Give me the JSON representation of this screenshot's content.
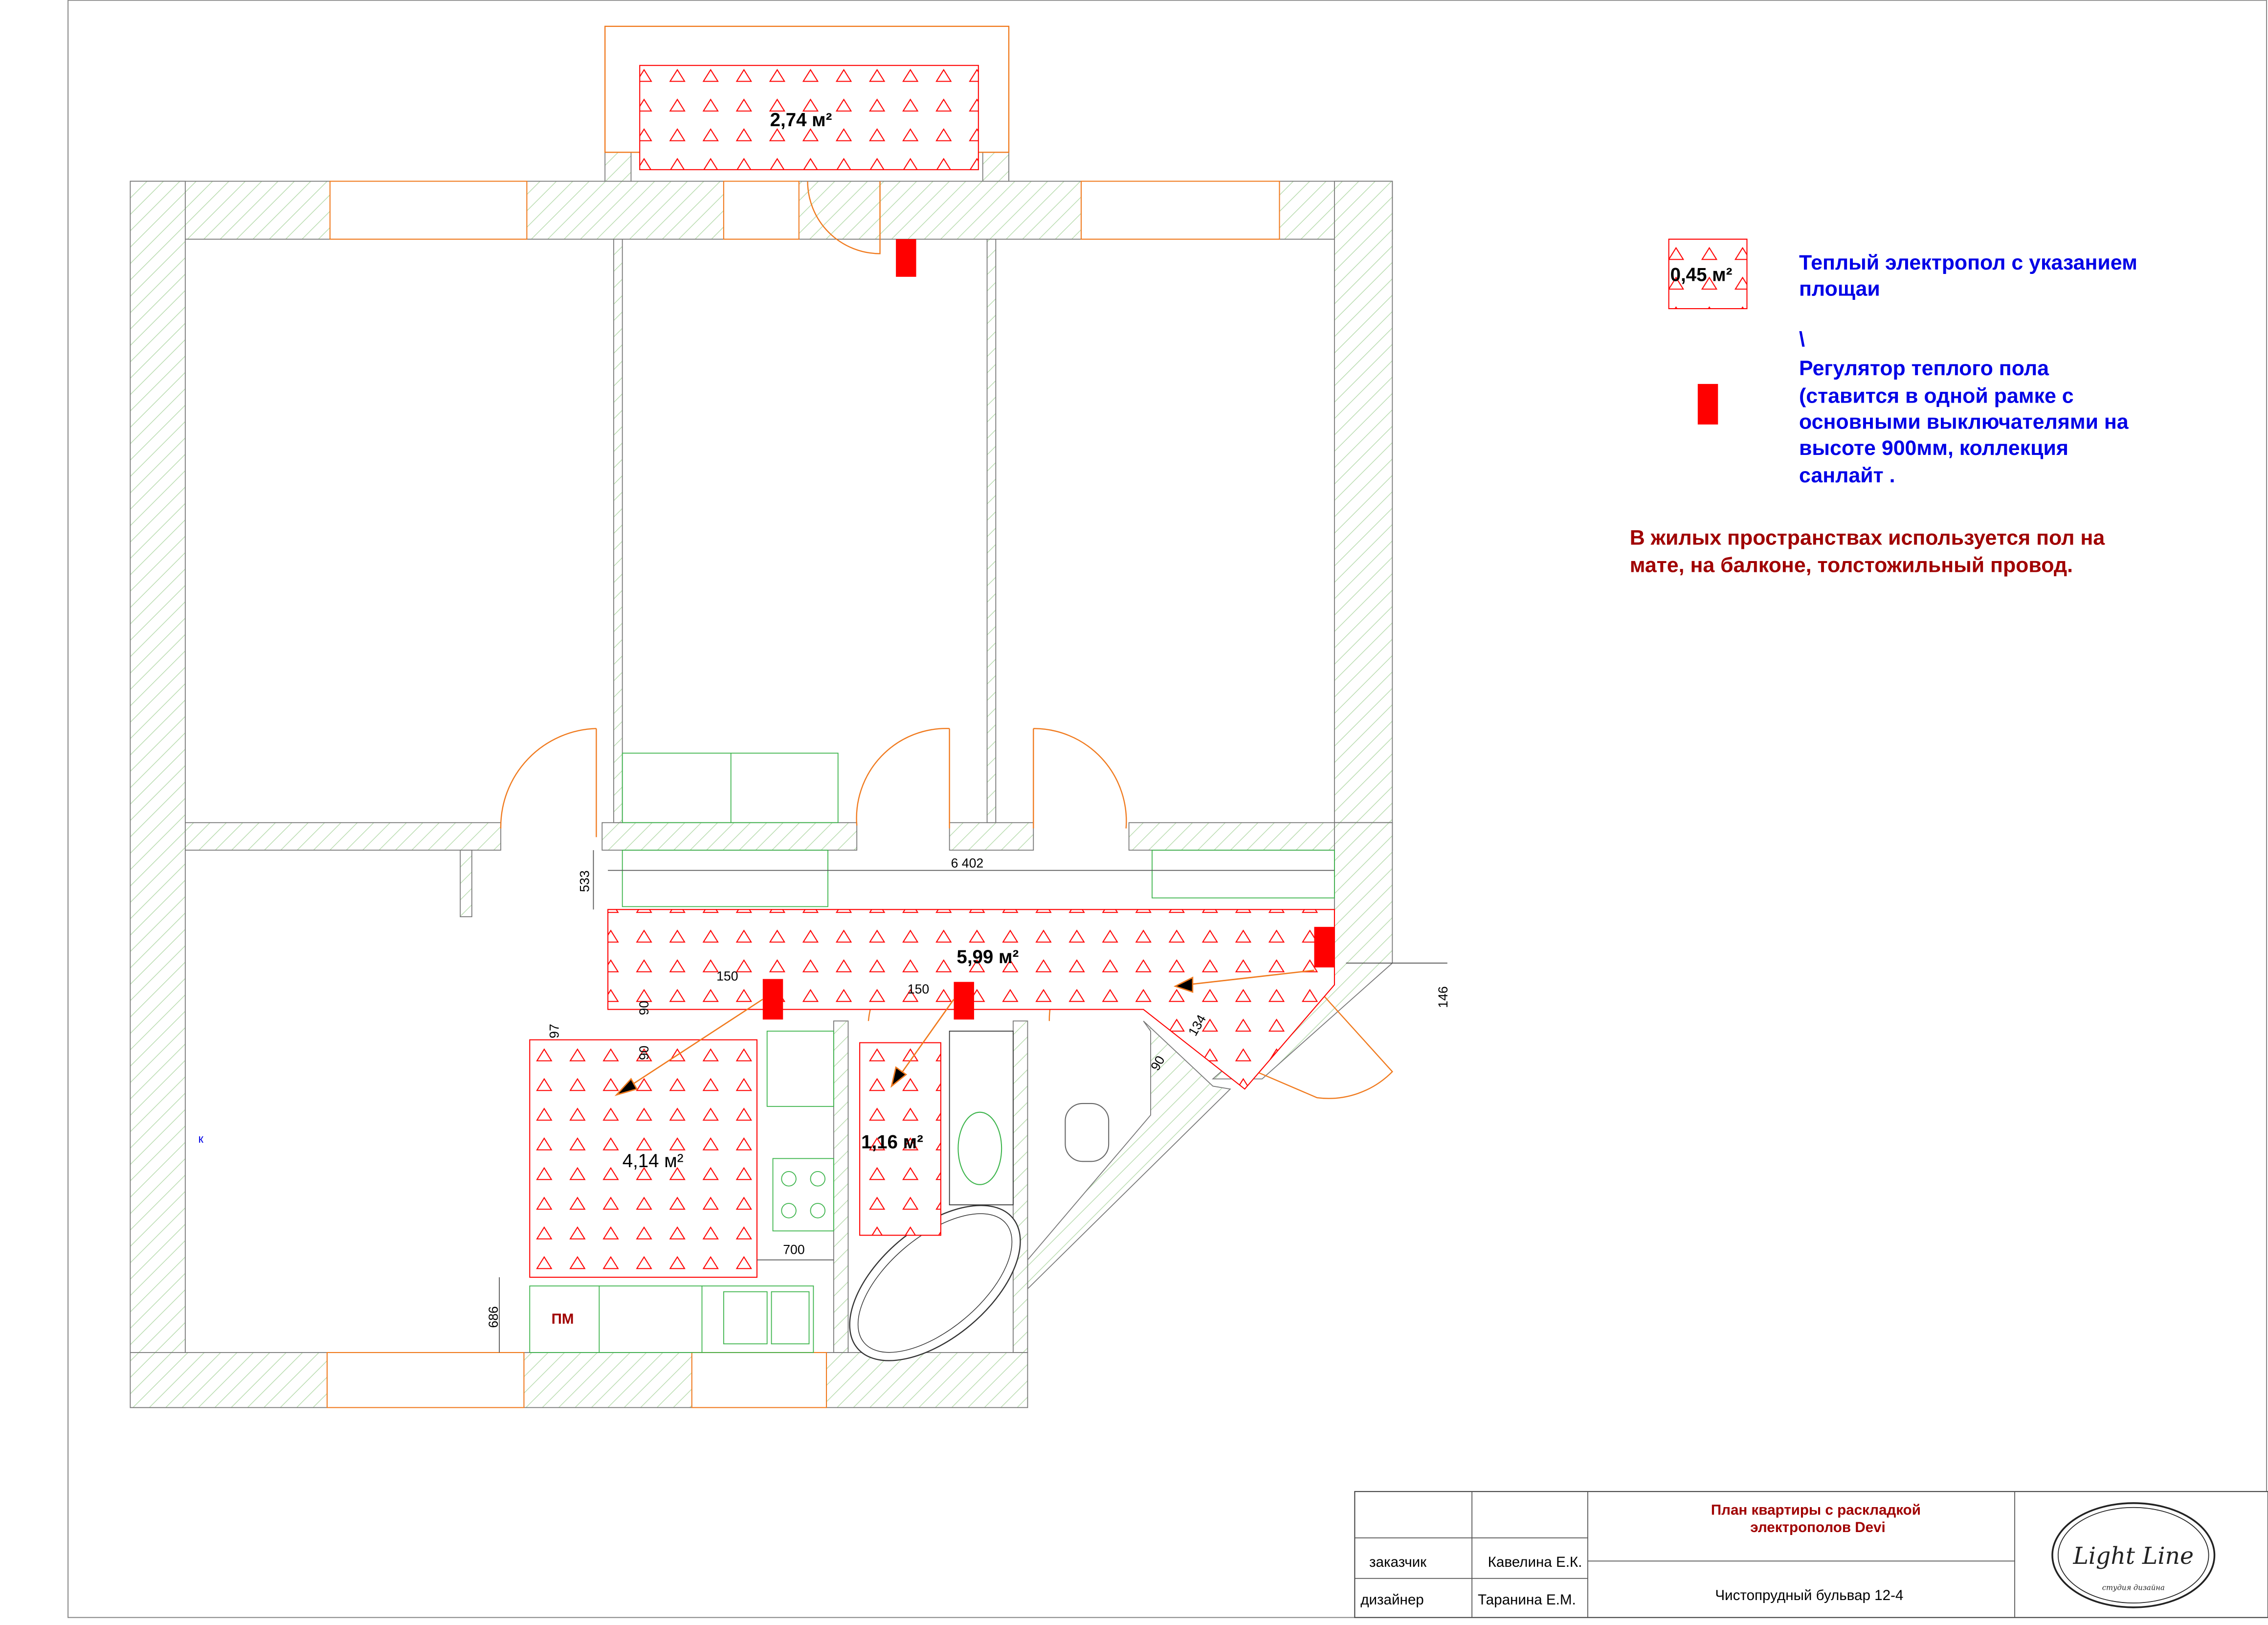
{
  "plan": {
    "areas": {
      "balcony": "2,74 м²",
      "corridor": "5,99 м²",
      "bathroom_left": "4,14 м²",
      "bathroom_small": "1,16 м²"
    },
    "dimensions": {
      "corridor_length": "6 402",
      "corridor_width": "533",
      "reg1_offset": "150",
      "reg2_offset": "150",
      "d90a": "90",
      "d90b": "90",
      "d97": "97",
      "d134": "134",
      "d90c": "90",
      "d146": "146",
      "d700": "700",
      "d686": "686"
    },
    "labels": {
      "pm": "ПМ",
      "k": "к"
    }
  },
  "legend": {
    "sample_area": "0,45 м²",
    "heated_floor": [
      "Теплый электропол с указанием",
      "площаи"
    ],
    "separator": "\\",
    "regulator": [
      "Регулятор теплого пола",
      "(ставится в одной рамке с",
      "основными выключателями на",
      "высоте 900мм, коллекция",
      "санлайт ."
    ],
    "note": [
      "В жилых пространствах используется пол на",
      "мате, на балконе, толстожильный провод."
    ]
  },
  "title_block": {
    "title": [
      "План квартиры с раскладкой",
      "электрополов Devi"
    ],
    "customer_label": "заказчик",
    "customer_name": "Кавелина Е.К.",
    "designer_label": "дизайнер",
    "designer_name": "Таранина Е.М.",
    "address": "Чистопрудный бульвар 12-4",
    "logo_text": "Light Line студия дизайна"
  },
  "colors": {
    "heat": "#ff0000",
    "legend_blue": "#0000e6",
    "note_red": "#a00000",
    "door": "#f07a1e",
    "furniture": "#3cb44b"
  }
}
